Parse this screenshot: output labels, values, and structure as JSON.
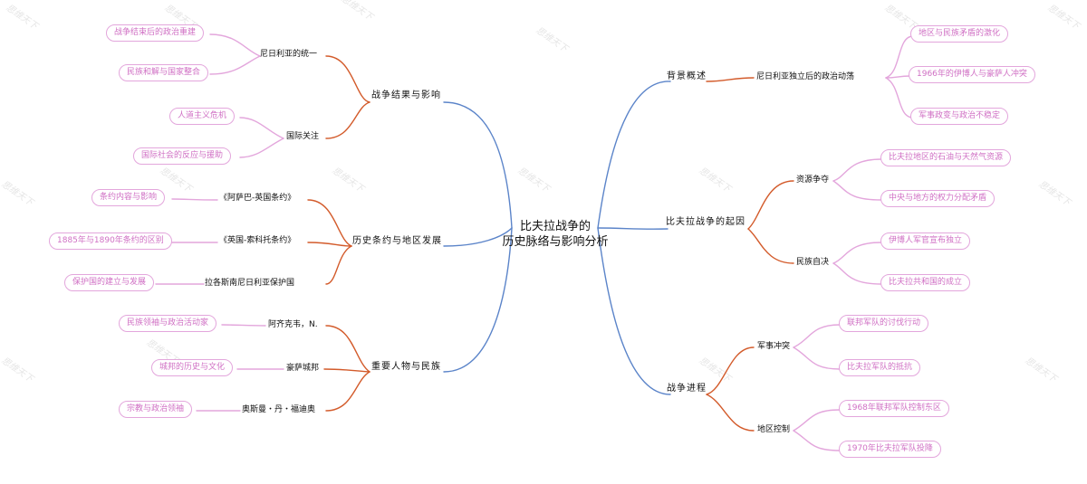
{
  "root": {
    "line1": "比夫拉战争的",
    "line2": "历史脉络与影响分析"
  },
  "right": {
    "background": {
      "label": "背景概述",
      "sub": {
        "label": "尼日利亚独立后的政治动荡",
        "leaves": [
          "地区与民族矛盾的激化",
          "1966年的伊博人与豪萨人冲突",
          "军事政变与政治不稳定"
        ]
      }
    },
    "origins": {
      "label": "比夫拉战争的起因",
      "resources": {
        "label": "资源争夺",
        "leaves": [
          "比夫拉地区的石油与天然气资源",
          "中央与地方的权力分配矛盾"
        ]
      },
      "selfdet": {
        "label": "民族自决",
        "leaves": [
          "伊博人军官宣布独立",
          "比夫拉共和国的成立"
        ]
      }
    },
    "war": {
      "label": "战争进程",
      "military": {
        "label": "军事冲突",
        "leaves": [
          "联邦军队的讨伐行动",
          "比夫拉军队的抵抗"
        ]
      },
      "region": {
        "label": "地区控制",
        "leaves": [
          "1968年联邦军队控制东区",
          "1970年比夫拉军队投降"
        ]
      }
    }
  },
  "left": {
    "results": {
      "label": "战争结果与影响",
      "unity": {
        "label": "尼日利亚的统一",
        "leaves": [
          "战争结束后的政治重建",
          "民族和解与国家整合"
        ]
      },
      "intl": {
        "label": "国际关注",
        "leaves": [
          "人道主义危机",
          "国际社会的反应与援助"
        ]
      }
    },
    "treaties": {
      "label": "历史条约与地区发展",
      "t1": {
        "label": "《阿萨巴-英国条约》",
        "leaf": "条约内容与影响"
      },
      "t2": {
        "label": "《英国-索科托条约》",
        "leaf": "1885年与1890年条约的区别"
      },
      "t3": {
        "label": "拉各斯南尼日利亚保护国",
        "leaf": "保护国的建立与发展"
      }
    },
    "people": {
      "label": "重要人物与民族",
      "p1": {
        "label": "阿齐克韦，N.",
        "leaf": "民族领袖与政治活动家"
      },
      "p2": {
        "label": "豪萨城邦",
        "leaf": "城邦的历史与文化"
      },
      "p3": {
        "label": "奥斯曼・丹・福迪奥",
        "leaf": "宗教与政治领袖"
      }
    }
  },
  "watermark": "思维天下",
  "colors": {
    "trunk": "#5b84c9",
    "branch": "#d35b2b",
    "leaf_line": "#e3a6dc",
    "leaf_text": "#d070c4"
  }
}
